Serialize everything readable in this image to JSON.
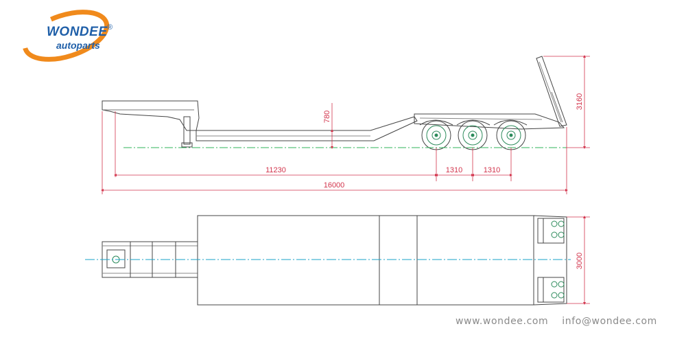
{
  "brand": {
    "name": "WONDEE",
    "tagline": "autoparts",
    "registered": "®"
  },
  "side_view": {
    "dims": {
      "height_total": "3160",
      "deck_height": "780",
      "wheelbase_main": "11230",
      "axle_spacing_1": "1310",
      "axle_spacing_2": "1310",
      "overall_length": "16000"
    }
  },
  "top_view": {
    "dims": {
      "overall_width": "3000"
    }
  },
  "footer": {
    "website": "www.wondee.com",
    "email": "info@wondee.com"
  },
  "colors": {
    "outline": "#444444",
    "dimension": "#d2334b",
    "centerline": "#2fb35a",
    "axis": "#1aa3c9",
    "logo_blue": "#1f5fa8",
    "logo_orange": "#f08a1c"
  }
}
